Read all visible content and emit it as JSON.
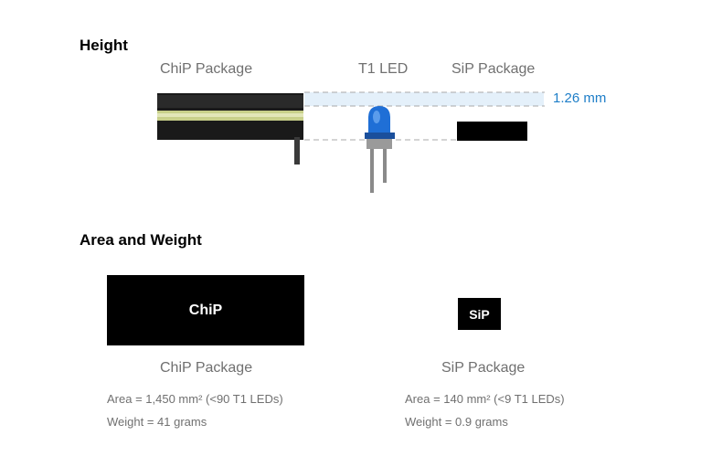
{
  "height_section": {
    "title": "Height",
    "chip_label": "ChiP Package",
    "led_label": "T1 LED",
    "sip_label": "SiP Package",
    "measurement": "1.26 mm"
  },
  "area_section": {
    "title": "Area and Weight",
    "chip_box_text": "ChiP",
    "sip_box_text": "SiP",
    "chip": {
      "label": "ChiP Package",
      "area": "Area = 1,450 mm² (<90 T1 LEDs)",
      "weight": "Weight = 41 grams"
    },
    "sip": {
      "label": "SiP Package",
      "area": "Area = 140 mm² (<9 T1 LEDs)",
      "weight": "Weight = 0.9 grams"
    }
  },
  "colors": {
    "accent": "#1e7ec8",
    "band": "#e4f0fa",
    "package": "#000000",
    "chip_stripe": "#c8d08a",
    "led": "#1f6fd6",
    "text_gray": "#707070"
  }
}
